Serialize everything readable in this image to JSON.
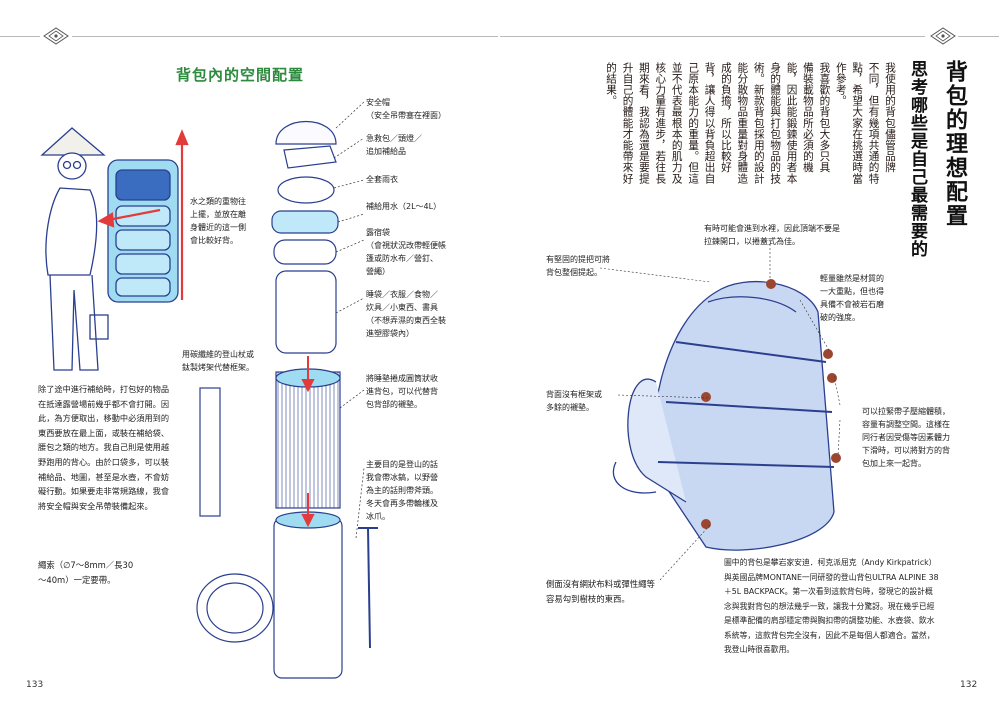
{
  "left_page": {
    "page_number": "133",
    "section_title": "背包內的空間配置",
    "item_labels": [
      [
        "安全帽",
        "（安全吊帶塞在裡面）"
      ],
      [
        "急救包／頭燈／",
        "追加補給品"
      ],
      [
        "全套雨衣"
      ],
      [
        "補給用水（2L〜4L）"
      ],
      [
        "露宿袋",
        "（會視狀況改帶輕便帳",
        "篷或防水布／營釘、",
        "營繩）"
      ],
      [
        "睡袋／衣服／食物／",
        "炊具／小東西、書具",
        "（不想弄濕的東西全裝",
        "進塑膠袋內）"
      ],
      [
        "將睡墊捲成圓筒狀收",
        "進背包，可以代替背",
        "包背部的襯墊。"
      ],
      [
        "主要目的是登山的話",
        "我會帶冰鎬，以野營",
        "為主的話則帶斧頭。",
        "冬天會再多帶輪樣及",
        "冰爪。"
      ]
    ],
    "hiker_caption": [
      "水之類的重物往",
      "上擺，並放在離",
      "身體近的這一側",
      "會比較好背。"
    ],
    "frame_caption": [
      "用碳纖維的登山杖或",
      "鈦製烤架代替框架。"
    ],
    "main_text": [
      "除了途中進行補給時，打包好的物品",
      "在抵達露營場前幾乎都不會打開。因",
      "此，為方便取出，移動中必須用到的",
      "東西要放在最上面，或裝在補給袋、",
      "腰包之類的地方。我自己則是使用越",
      "野跑用的背心。由於口袋多，可以裝",
      "補給品、地圖，甚至是水壺，不會妨",
      "礙行動。如果要走非常規路線，我會",
      "將安全帽與安全吊帶裝備起來。"
    ],
    "rope_caption": [
      "繩索（∅7〜8mm／長30",
      "〜40m）一定要帶。"
    ]
  },
  "right_page": {
    "page_number": "132",
    "title_lines": [
      "背包的理想配置",
      "思考哪些是自己最需要的"
    ],
    "intro_columns": [
      "我使用的背包儘管品牌",
      "不同，但有幾項共通的特",
      "點，希望大家在挑選時當",
      "作參考。",
      "我喜歡的背包大多只具",
      "備裝載物品所必須的機",
      "能，因此能鍛鍊使用者本",
      "身的體能與打包物品的技",
      "術。新款背包採用的設計",
      "能分散物品重量對身體造",
      "成的負擔，所以比較好",
      "背，讓人得以背負超出自",
      "己原本能力的重量。但這",
      "並不代表最根本的肌力及",
      "核心力量有進步，若往長",
      "期來看，我認為還是要提",
      "升自己的體能才能帶來好",
      "的結果。"
    ],
    "callouts": {
      "top_opening": [
        "有時可能會進到水裡，因此頂端不要是",
        "拉鍊開口，以捲蓋式為佳。"
      ],
      "handle": [
        "有堅固的提把可將",
        "背包整個提起。"
      ],
      "material": [
        "輕量雖然是材質的",
        "一大重點，但也得",
        "具備不會被岩石磨",
        "破的強度。"
      ],
      "no_frame": [
        "背面沒有框架或",
        "多餘的襯墊。"
      ],
      "straps": [
        "可以拉緊帶子壓縮體積，",
        "容量有調整空間。這樣在",
        "同行者因受傷等因素體力",
        "下滑時，可以將對方的背",
        "包加上來一起背。"
      ],
      "no_mesh": [
        "側面沒有網狀布料或彈性繩等",
        "容易勾到樹枝的東西。"
      ]
    },
    "bottom_note": [
      "圖中的背包是攀岩家安迪．柯克派屈克（Andy Kirkpatrick）",
      "與英國品牌MONTANE一同研發的登山背包ULTRA ALPINE 38",
      "＋5L BACKPACK。第一次看到這款背包時，發現它的設計概",
      "念與我對背包的想法幾乎一致，讓我十分驚訝。現在幾乎已經",
      "是標準配備的肩部穩定帶與胸扣帶的調整功能、水壺袋、飲水",
      "系統等，這款背包完全沒有，因此不是每個人都適合。當然，",
      "我登山時很喜歡用。"
    ]
  },
  "colors": {
    "title_green": "#2d8a3e",
    "ink_blue": "#2b3f8f",
    "light_blue": "#9fdcf2",
    "red_arrow": "#e33b3b",
    "callout_dot": "#9c4630",
    "dash_line": "#333333"
  },
  "icons": [
    "ornament-icon",
    "helmet-icon",
    "first-aid-bag-icon",
    "rain-gear-icon",
    "water-bottle-icon",
    "bivy-bag-icon",
    "stuff-sack-icon",
    "sleeping-mat-icon",
    "ice-axe-icon",
    "rope-icon",
    "hiker-icon",
    "backpack-icon"
  ]
}
